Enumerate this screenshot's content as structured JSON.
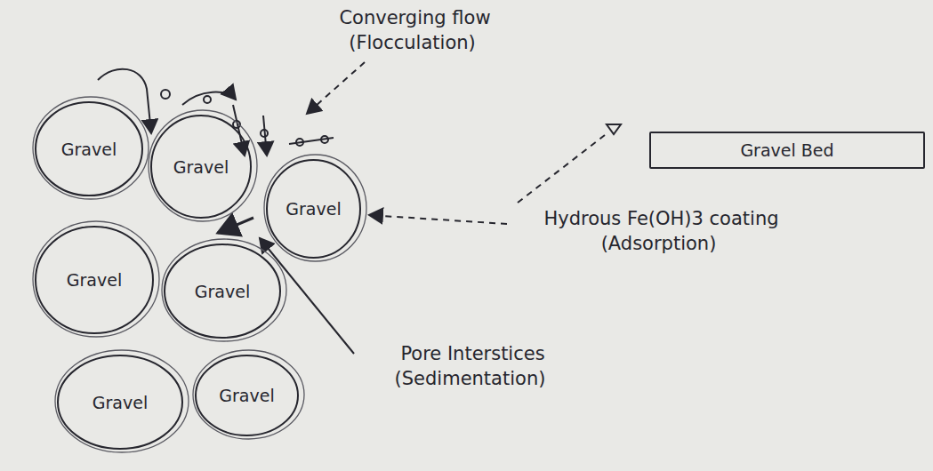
{
  "diagram": {
    "nodes": [
      {
        "text": [
          "Gravel"
        ]
      },
      {
        "text": [
          "Gravel"
        ]
      },
      {
        "text": [
          "Gravel"
        ]
      },
      {
        "text": [
          "Gravel"
        ]
      },
      {
        "text": [
          "Gravel"
        ]
      },
      {
        "text": [
          "Gravel"
        ]
      },
      {
        "text": [
          "Gravel"
        ]
      },
      {
        "text": [
          "Gravel Bed"
        ]
      }
    ],
    "labels": [
      "Converging flow (Flocculation)",
      "Hydrous Fe(OH)3 coating (Adsorption)",
      "Pore Interstices (Sedimentation)"
    ]
  }
}
